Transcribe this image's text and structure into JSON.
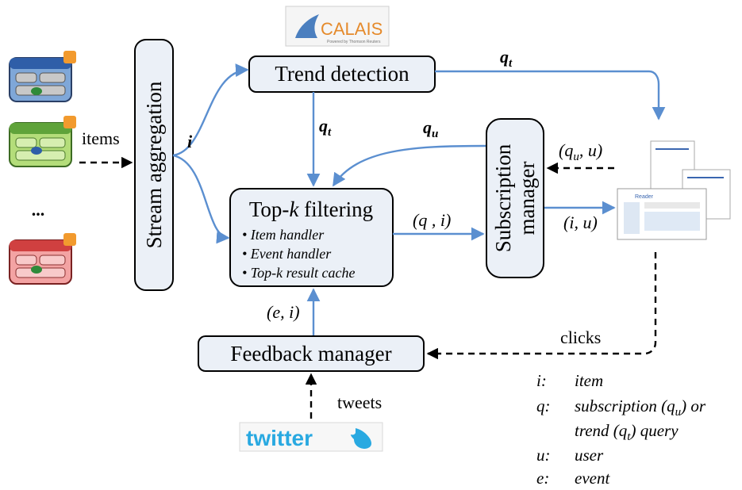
{
  "boxes": {
    "stream_aggregation": "Stream aggregation",
    "trend_detection": "Trend detection",
    "topk_title_pre": "Top-",
    "topk_title_k": "k",
    "topk_title_post": " filtering",
    "topk_items": [
      "• Item handler",
      "• Event handler",
      "• Top-k result cache"
    ],
    "subscription_line1": "Subscription",
    "subscription_line2": "manager",
    "feedback_manager": "Feedback manager"
  },
  "edges": {
    "items": "items",
    "i": "i",
    "qt": "q",
    "qt_sub": "t",
    "qu": "q",
    "qu_sub": "u",
    "qi": "(q , i)",
    "qu_u_open": "(q",
    "qu_u_sub": "u",
    "qu_u_close": ", u)",
    "i_u": "(i, u)",
    "e_i": "(e, i)",
    "clicks": "clicks",
    "tweets": "tweets"
  },
  "logos": {
    "calais": "CALAIS",
    "calais_sub": "Powered by Thomson Reuters",
    "twitter": "twitter",
    "reader_title": "Reader"
  },
  "ellipsis": "...",
  "legend": [
    {
      "key": "i:",
      "value": "item"
    },
    {
      "key": "q:",
      "value_pre": "subscription (q",
      "value_sub": "u",
      "value_post": ") or"
    },
    {
      "key": "",
      "value_pre": "trend (q",
      "value_sub": "t",
      "value_post": ") query"
    },
    {
      "key": "u:",
      "value": "user"
    },
    {
      "key": "e:",
      "value": "event"
    }
  ],
  "colors": {
    "box_fill": "#ebf0f7",
    "arrow_blue": "#5b8fd0",
    "twitter_blue": "#29a9e1",
    "calais_orange": "#e58a2b"
  }
}
